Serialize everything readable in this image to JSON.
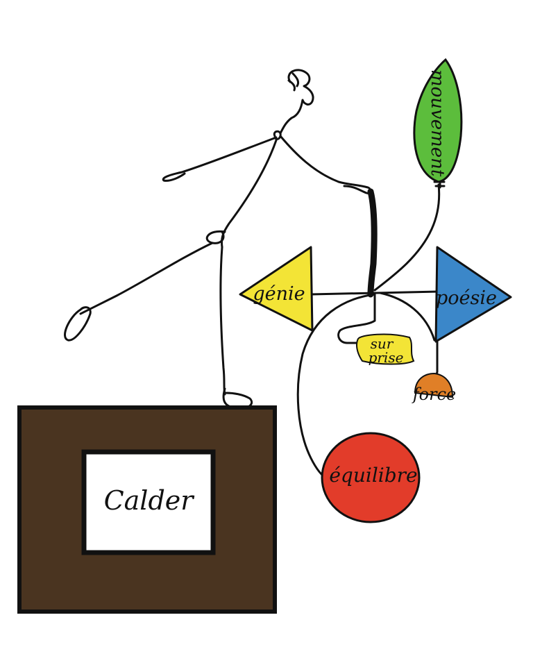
{
  "labels": {
    "pedestal": "Calder",
    "leaf": "mouvement",
    "left_triangle": "génie",
    "right_triangle": "poésie",
    "small_yellow": "surprise",
    "small_yellow_line1": "sur",
    "small_yellow_line2": "prise",
    "orange_weight": "force",
    "red_disc": "équilibre"
  },
  "colors": {
    "line": "#111111",
    "pedestal": "#4a3420",
    "pedestal_panel": "#ffffff",
    "leaf": "#5cbd3c",
    "yellow": "#f3e436",
    "blue": "#3b87c9",
    "orange": "#e07f27",
    "red": "#e23c2a"
  }
}
